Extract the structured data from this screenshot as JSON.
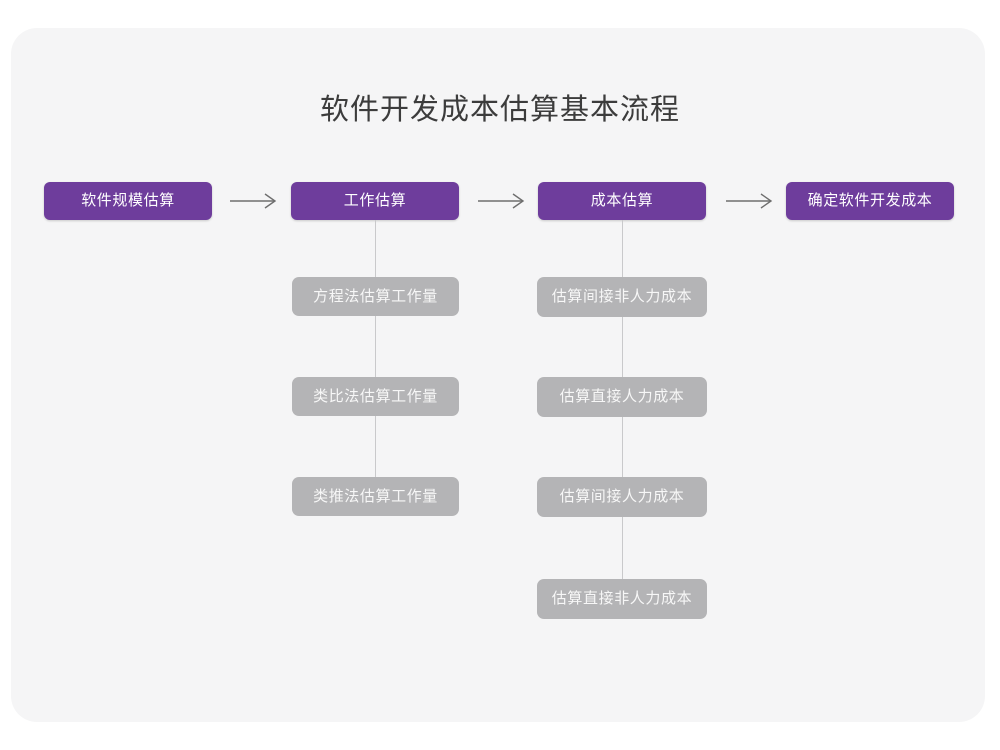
{
  "page": {
    "title": "软件开发成本估算基本流程",
    "colors": {
      "background": "#ffffff",
      "card": "#f5f5f6",
      "primary_node": "#6e3d9c",
      "primary_node_text": "#ffffff",
      "secondary_node": "#b4b4b6",
      "secondary_node_text": "#f7f7f7",
      "title_text": "#3c3c3c",
      "connector_line": "#c9c9cb",
      "arrow": "#6e6e6e"
    }
  },
  "flow": {
    "main_steps": [
      {
        "label": "软件规模估算"
      },
      {
        "label": "工作估算"
      },
      {
        "label": "成本估算"
      },
      {
        "label": "确定软件开发成本"
      }
    ],
    "arrows": [
      {
        "name": "arrow-step1-to-step2",
        "glyph": "→"
      },
      {
        "name": "arrow-step2-to-step3",
        "glyph": "→"
      },
      {
        "name": "arrow-step3-to-step4",
        "glyph": "→"
      }
    ],
    "work_estimation_methods": [
      {
        "label": "方程法估算工作量"
      },
      {
        "label": "类比法估算工作量"
      },
      {
        "label": "类推法估算工作量"
      }
    ],
    "cost_estimation_items": [
      {
        "label": "估算间接非人力成本"
      },
      {
        "label": "估算直接人力成本"
      },
      {
        "label": "估算间接人力成本"
      },
      {
        "label": "估算直接非人力成本"
      }
    ]
  }
}
